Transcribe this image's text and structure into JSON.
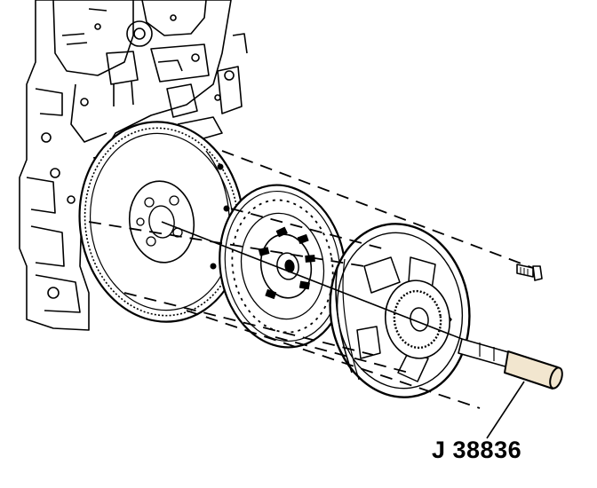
{
  "diagram": {
    "tool_label": "J 38836",
    "colors": {
      "ink": "#000000",
      "paper": "#ffffff",
      "tool_fill": "#f2e6cf"
    },
    "parts": [
      {
        "name": "engine-block"
      },
      {
        "name": "flywheel"
      },
      {
        "name": "clutch-disc"
      },
      {
        "name": "pressure-plate"
      },
      {
        "name": "bolt"
      },
      {
        "name": "alignment-tool"
      }
    ]
  }
}
